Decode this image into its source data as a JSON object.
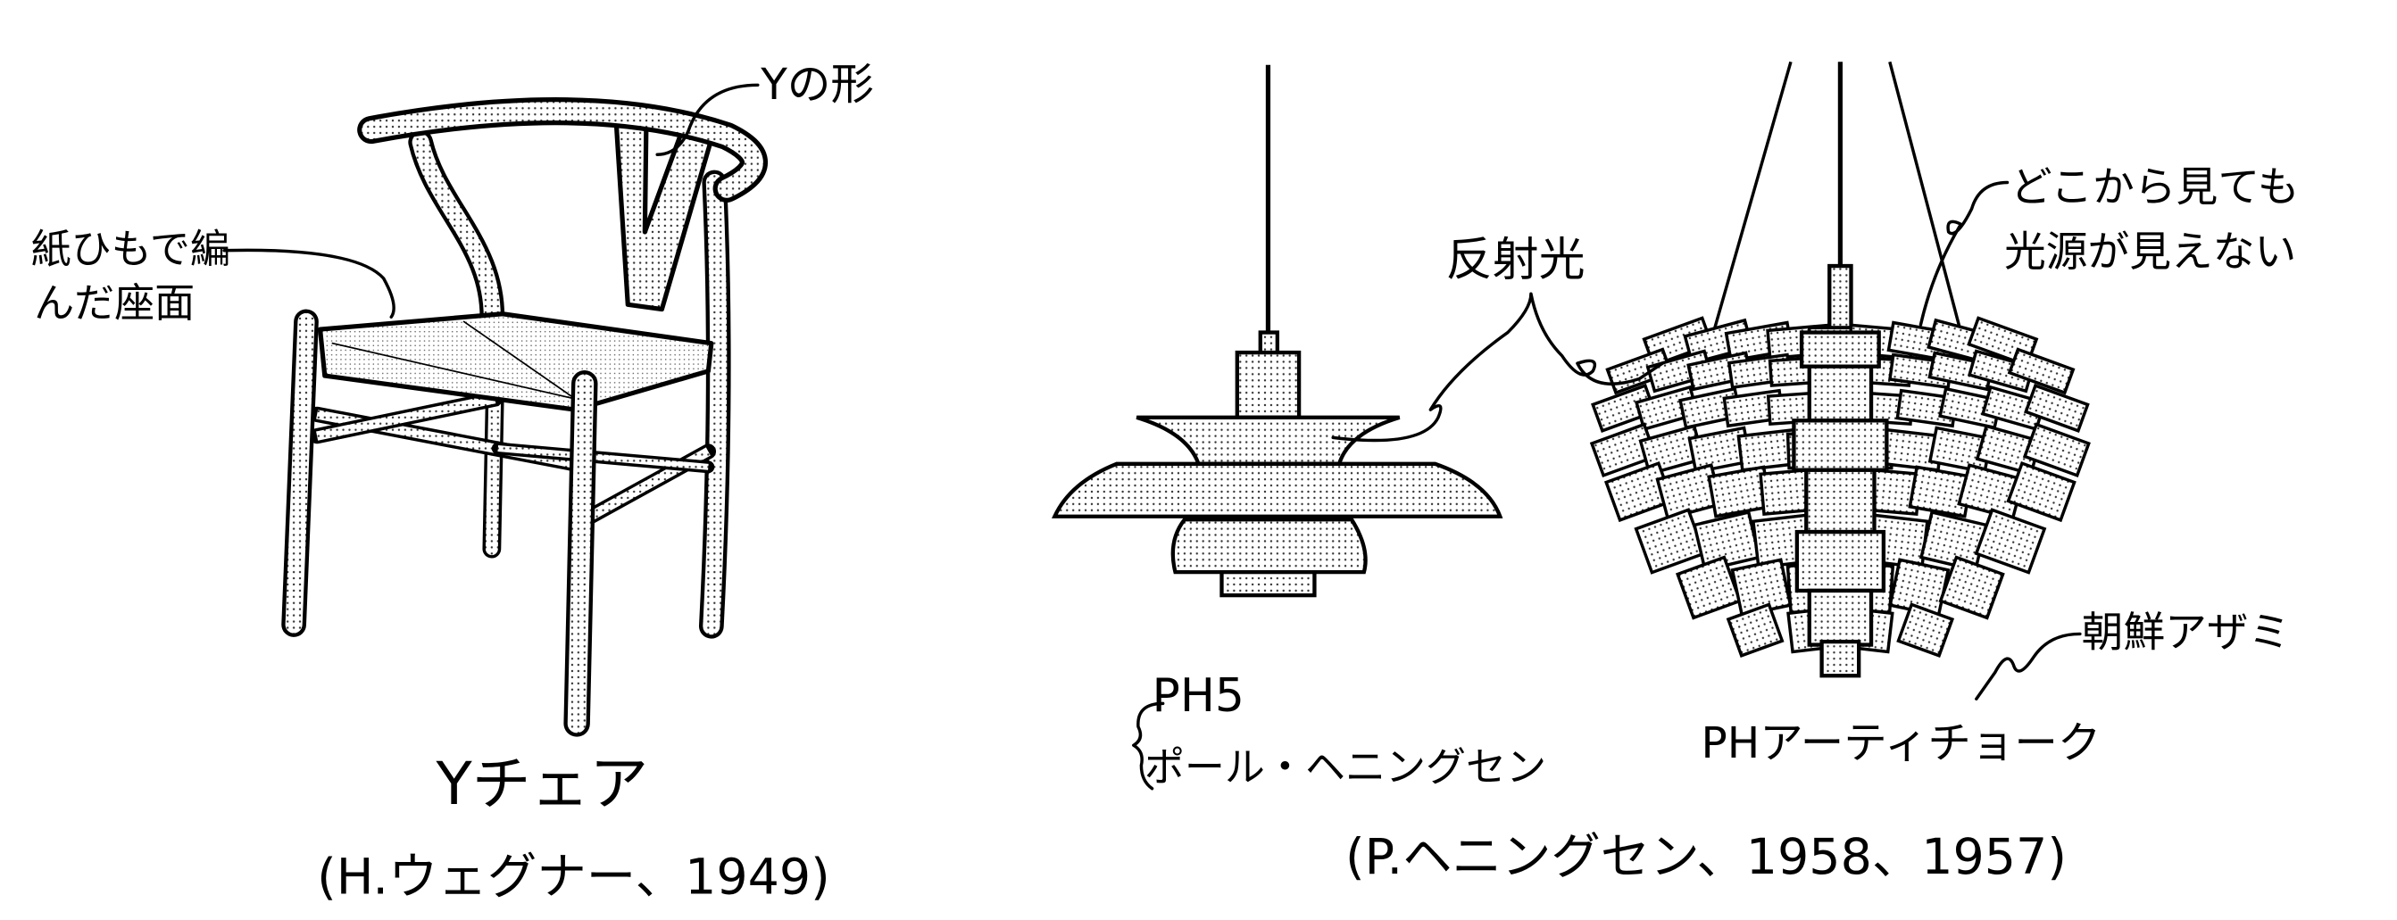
{
  "chair": {
    "annotation_y_shape": "Yの形",
    "annotation_seat_line1": "紙ひもで編",
    "annotation_seat_line2": "んだ座面",
    "name": "Yチェア",
    "credit": "(H.ウェグナー、1949)"
  },
  "ph5": {
    "annotation_reflected_light": "反射光",
    "name": "PH5",
    "designer": "ポール・ヘニングセン"
  },
  "artichoke": {
    "annotation_hidden_line1": "どこから見ても",
    "annotation_hidden_line2": "光源が見えない",
    "annotation_thistle": "朝鮮アザミ",
    "name": "PHアーティチョーク"
  },
  "lamps_credit": "(P.ヘニングセン、1958、1957)",
  "colors": {
    "ink": "#000000",
    "paper": "#ffffff"
  }
}
